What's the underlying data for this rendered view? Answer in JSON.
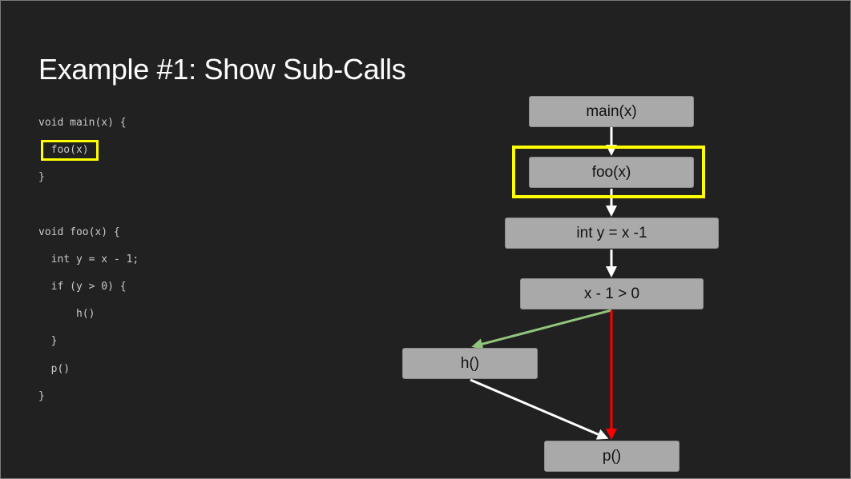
{
  "slide": {
    "title": "Example #1: Show Sub-Calls"
  },
  "code": {
    "lines": [
      "void main(x) {",
      "  foo(x)",
      "}",
      "void foo(x) {",
      "  int y = x - 1;",
      "  if (y > 0) {",
      "      h()",
      "  }",
      "  p()",
      "}"
    ]
  },
  "graph": {
    "nodes": {
      "main": "main(x)",
      "foo": "foo(x)",
      "assign": "int y = x -1",
      "cond": "x - 1 > 0",
      "h": "h()",
      "p": "p()"
    }
  },
  "colors": {
    "background": "#212121",
    "highlight": "#ffff00",
    "node_fill": "#a9a9a9",
    "edge_default": "#ffffff",
    "edge_true": "#93c47d",
    "edge_false": "#ff0000"
  }
}
